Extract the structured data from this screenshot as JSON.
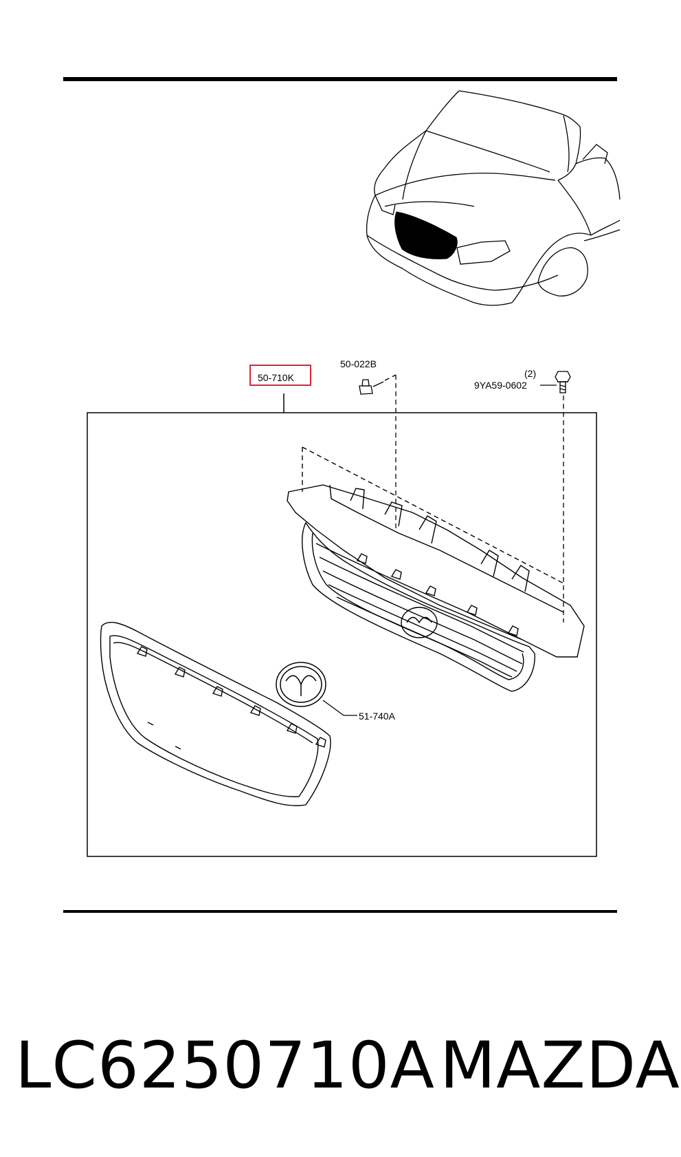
{
  "callouts": {
    "grille_assembly": "50-710K",
    "clip": "50-022B",
    "bolt_qty": "(2)",
    "bolt": "9YA59-0602",
    "emblem": "51-740A"
  },
  "caption": {
    "part_number": "LC6250710A",
    "brand": "MAZDA"
  },
  "colors": {
    "line": "#000000",
    "highlight": "#e0223a",
    "background": "#ffffff"
  }
}
